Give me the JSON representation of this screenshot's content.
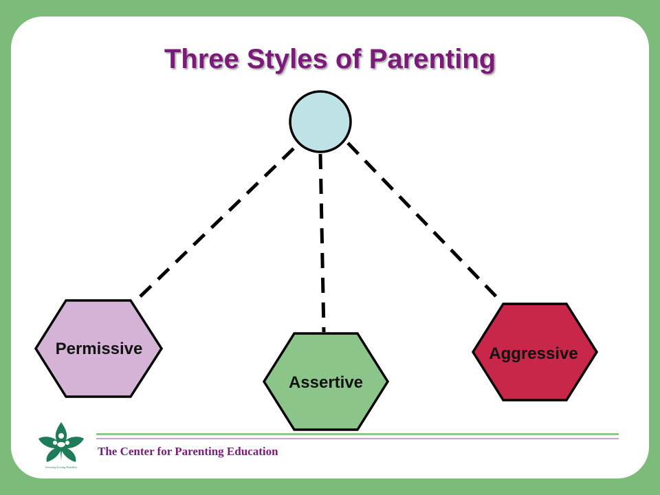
{
  "title": "Three Styles of Parenting",
  "nodes": {
    "permissive": {
      "label": "Permissive",
      "color": "#d4b3d6"
    },
    "assertive": {
      "label": "Assertive",
      "color": "#8cc58a"
    },
    "aggressive": {
      "label": "Aggressive",
      "color": "#c8274a"
    },
    "top_circle_color": "#bfe2e6"
  },
  "footer": {
    "organization": "The Center for Parenting Education",
    "logo_icon": "leaf-family-logo-icon",
    "logo_tagline": "Growing Loving Families"
  }
}
